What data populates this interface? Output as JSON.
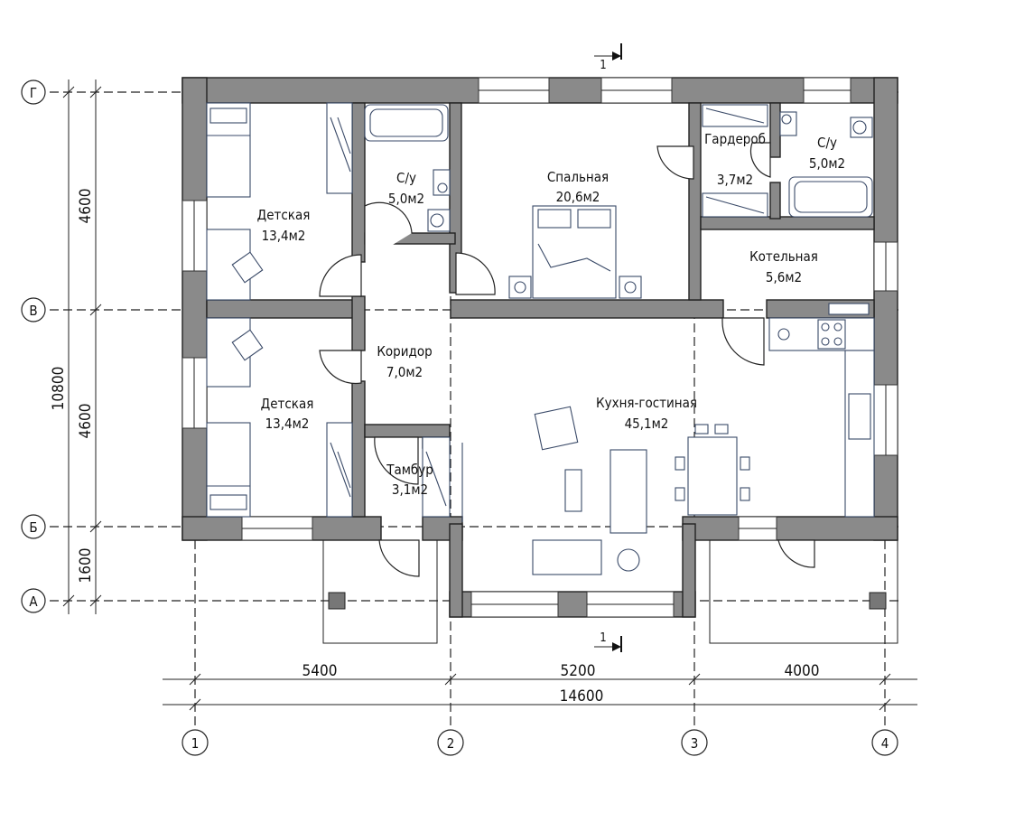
{
  "rooms": {
    "kids1": {
      "name": "Детская",
      "area": "13,4м2"
    },
    "wc1": {
      "name": "С/у",
      "area": "5,0м2"
    },
    "bedroom": {
      "name": "Спальная",
      "area": "20,6м2"
    },
    "wardrobe": {
      "name": "Гардероб",
      "area": "3,7м2"
    },
    "wc2": {
      "name": "С/у",
      "area": "5,0м2"
    },
    "boiler": {
      "name": "Котельная",
      "area": "5,6м2"
    },
    "corridor": {
      "name": "Коридор",
      "area": "7,0м2"
    },
    "kids2": {
      "name": "Детская",
      "area": "13,4м2"
    },
    "kitchen": {
      "name": "Кухня-гостиная",
      "area": "45,1м2"
    },
    "vestibule": {
      "name": "Тамбур",
      "area": "3,1м2"
    }
  },
  "dimensions": {
    "bottom": {
      "d1": "5400",
      "d2": "5200",
      "d3": "4000",
      "total": "14600"
    },
    "left": {
      "d1": "4600",
      "d2": "4600",
      "d3": "1600",
      "total": "10800"
    }
  },
  "axes": {
    "letters": [
      "Г",
      "В",
      "Б",
      "А"
    ],
    "numbers": [
      "1",
      "2",
      "3",
      "4"
    ]
  },
  "section": {
    "top": "1",
    "bottom": "1"
  }
}
